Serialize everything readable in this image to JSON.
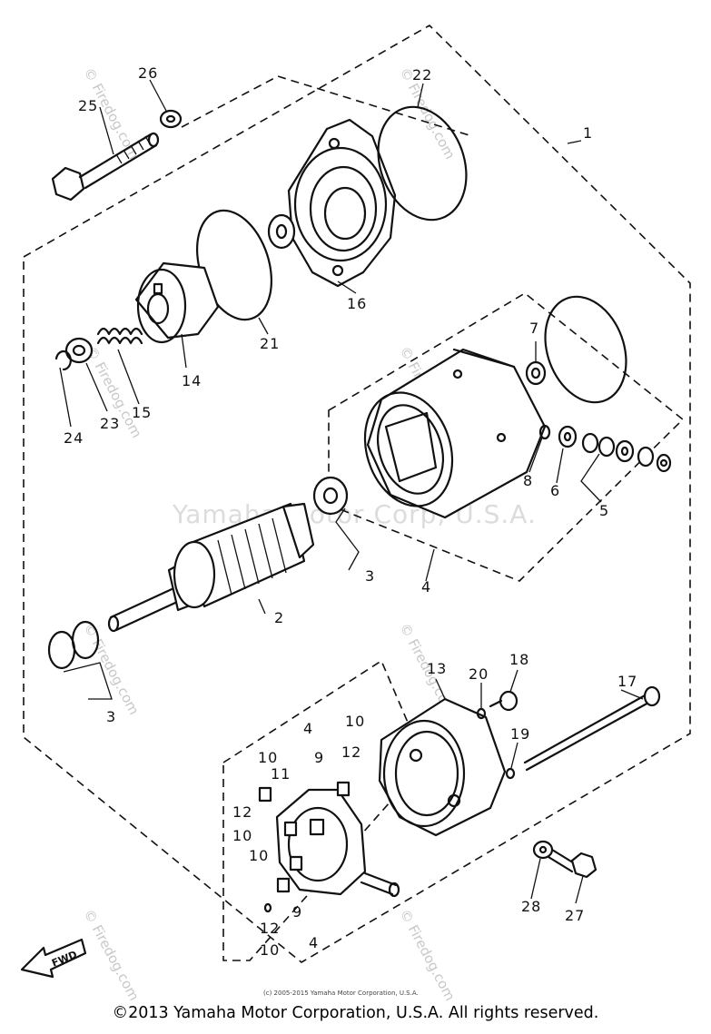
{
  "watermarks": {
    "firedog": "© Firedog.com",
    "center": "Yamaha Motor Corp, U.S.A.",
    "small_credit": "(c) 2005-2015 Yamaha Motor Corporation, U.S.A."
  },
  "arrow_label": "FWD",
  "copyright": "©2013 Yamaha Motor Corporation, U.S.A. All rights reserved.",
  "callouts": {
    "c1": "1",
    "c2": "2",
    "c3a": "3",
    "c3b": "3",
    "c4": "4",
    "c5": "5",
    "c6": "6",
    "c7": "7",
    "c8": "8",
    "c13": "13",
    "c14": "14",
    "c15": "15",
    "c16": "16",
    "c17": "17",
    "c18": "18",
    "c19": "19",
    "c20": "20",
    "c21": "21",
    "c22": "22",
    "c23": "23",
    "c24": "24",
    "c25": "25",
    "c26": "26",
    "c27": "27",
    "c28": "28",
    "brush_a_10": "10",
    "brush_a_11": "11",
    "brush_b_4": "4",
    "brush_b_9": "9",
    "brush_c_10": "10",
    "brush_c_12": "12",
    "brush_d_12": "12",
    "brush_d_10": "10",
    "brush_e_10": "10",
    "brush_f_9": "9",
    "brush_f_4": "4",
    "brush_g_12": "12",
    "brush_g_10": "10"
  }
}
